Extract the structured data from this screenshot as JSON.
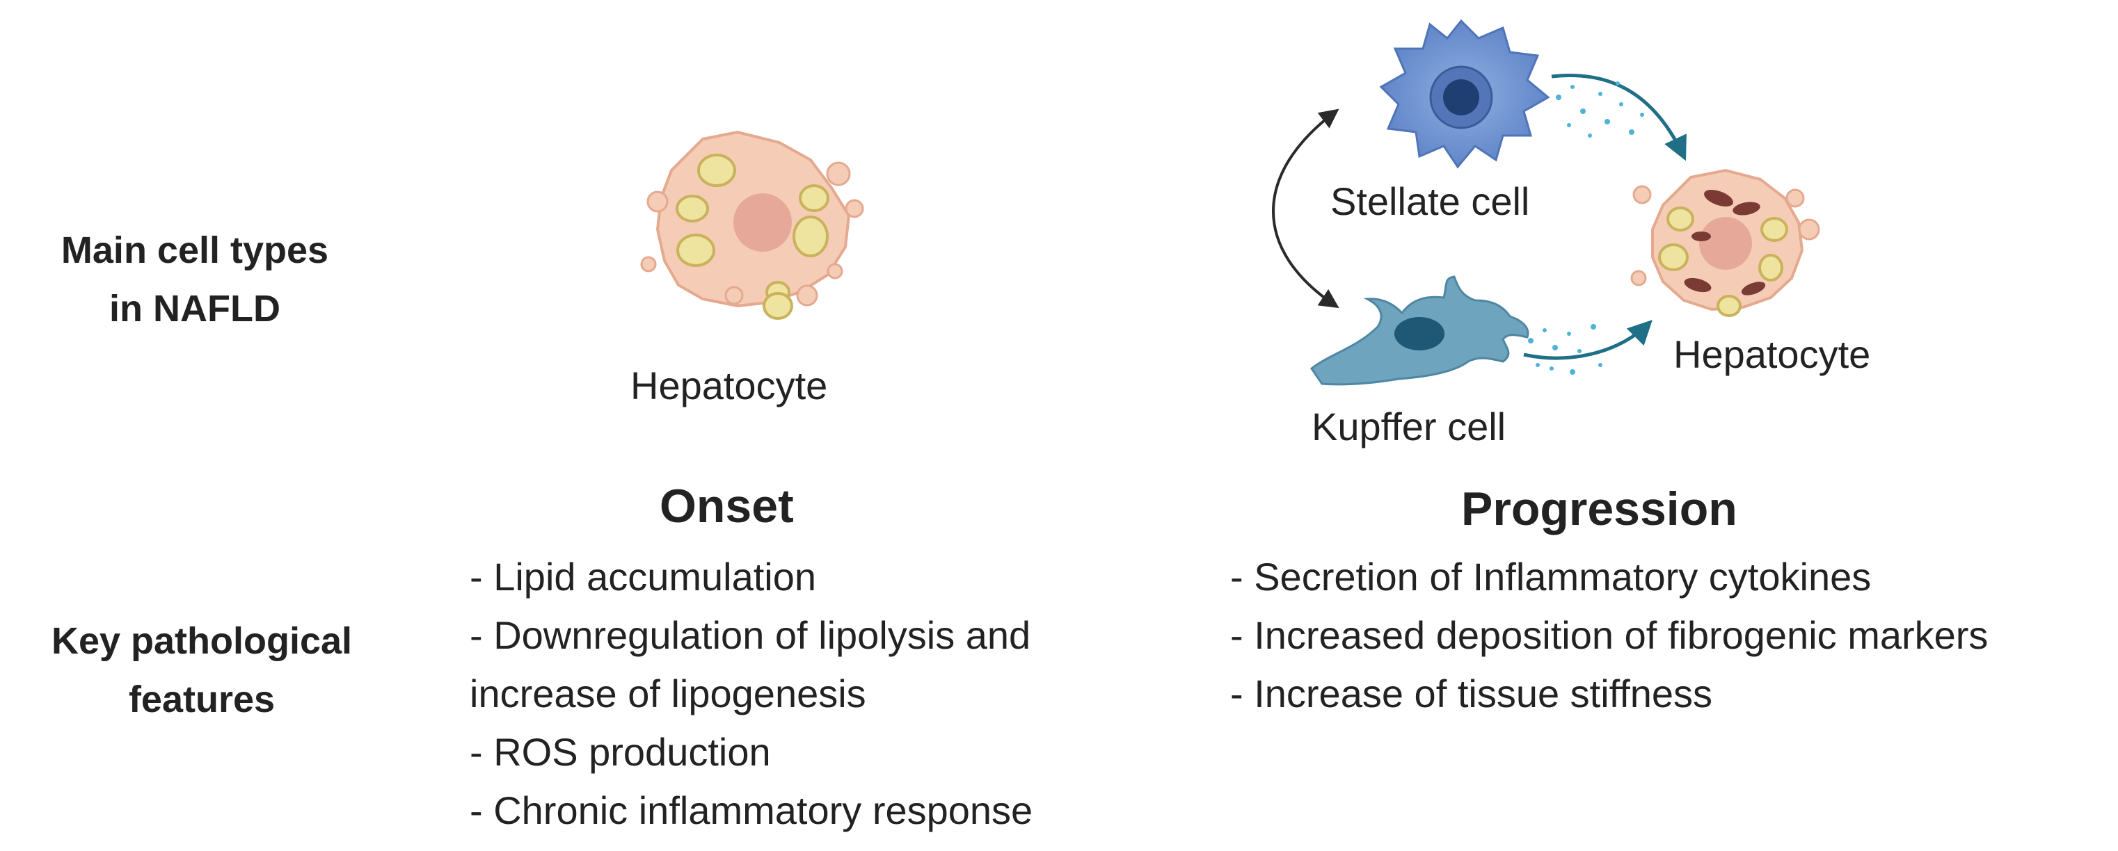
{
  "row_labels": {
    "cell_types": [
      "Main cell types",
      "in NAFLD"
    ],
    "features": [
      "Key pathological",
      "features"
    ]
  },
  "onset": {
    "heading": "Onset",
    "cell_caption": "Hepatocyte",
    "features": [
      "- Lipid accumulation",
      "- Downregulation of lipolysis and",
      "increase of lipogenesis",
      "- ROS production",
      "- Chronic inflammatory response"
    ]
  },
  "progression": {
    "heading": "Progression",
    "stellate_caption": "Stellate cell",
    "kupffer_caption": "Kupffer cell",
    "hepatocyte_caption": "Hepatocyte",
    "features": [
      "- Secretion of Inflammatory cytokines",
      "- Increased deposition of fibrogenic markers",
      "- Increase of tissue stiffness"
    ]
  },
  "colors": {
    "hepatocyte_body": "#f5cdb6",
    "hepatocyte_nucleus": "#e6a999",
    "lipid_droplet": "#efe3a0",
    "stellate_cell": "#6b8fcf",
    "kupffer_cell": "#6fa4bf",
    "arrow_teal": "#1f6f86",
    "cytokine_dots": "#4fb3d6"
  }
}
